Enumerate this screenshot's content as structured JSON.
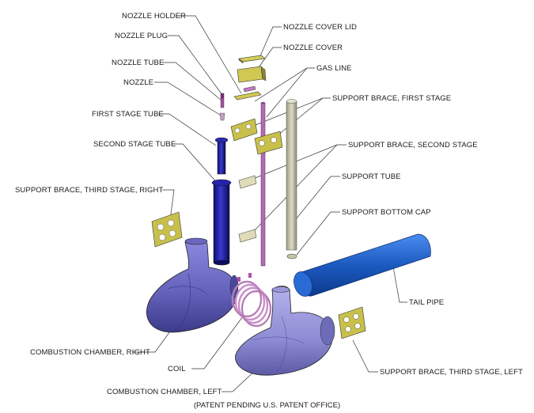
{
  "labels": {
    "nozzle_holder": "NOZZLE HOLDER",
    "nozzle_plug": "NOZZLE PLUG",
    "nozzle_tube": "NOZZLE TUBE",
    "nozzle": "NOZZLE",
    "first_stage_tube": "FIRST STAGE TUBE",
    "second_stage_tube": "SECOND STAGE TUBE",
    "support_brace_third_right": "SUPPORT BRACE, THIRD STAGE, RIGHT",
    "combustion_chamber_right": "COMBUSTION CHAMBER, RIGHT",
    "coil": "COIL",
    "combustion_chamber_left": "COMBUSTION CHAMBER, LEFT",
    "nozzle_cover_lid": "NOZZLE COVER LID",
    "nozzle_cover": "NOZZLE COVER",
    "gas_line": "GAS LINE",
    "support_brace_first": "SUPPORT BRACE, FIRST STAGE",
    "support_brace_second": "SUPPORT BRACE, SECOND STAGE",
    "support_tube": "SUPPORT TUBE",
    "support_bottom_cap": "SUPPORT BOTTOM CAP",
    "tail_pipe": "TAIL PIPE",
    "support_brace_third_left": "SUPPORT BRACE, THIRD STAGE, LEFT"
  },
  "footer": "(PATENT PENDING U.S. PATENT OFFICE)",
  "colors": {
    "tube_blue": "#1a1a9a",
    "chamber": "#7a78c8",
    "tail_pipe": "#1f5fc4",
    "support_tube": "#c4c4a8",
    "brace": "#c8c04a",
    "gas_line": "#b46ab4",
    "coil": "#c8a0c8"
  }
}
